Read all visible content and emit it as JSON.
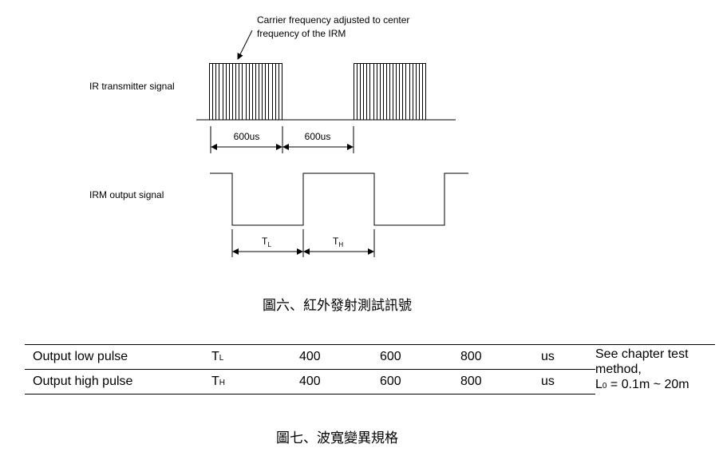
{
  "diagram": {
    "carrier_note_line1": "Carrier frequency adjusted to center",
    "carrier_note_line2": "frequency of the IRM",
    "ir_transmitter_label": "IR transmitter signal",
    "duration_1": "600us",
    "duration_2": "600us",
    "irm_output_label": "IRM output signal",
    "tl_main": "T",
    "tl_sub": "L",
    "th_main": "T",
    "th_sub": "H"
  },
  "caption_figure6": "圖六、紅外發射測試訊號",
  "table": {
    "rows": [
      {
        "parameter": "Output low pulse",
        "symbol_main": "T",
        "symbol_sub": "L",
        "min": "400",
        "typ": "600",
        "max": "800",
        "unit": "us"
      },
      {
        "parameter": "Output high pulse",
        "symbol_main": "T",
        "symbol_sub": "H",
        "min": "400",
        "typ": "600",
        "max": "800",
        "unit": "us"
      }
    ],
    "note_line1": "See chapter test",
    "note_line2": "method,",
    "note_line3_prefix": "L",
    "note_line3_sub": "0",
    "note_line3_rest": " = 0.1m ~ 20m"
  },
  "caption_figure7": "圖七、波寬變異規格"
}
